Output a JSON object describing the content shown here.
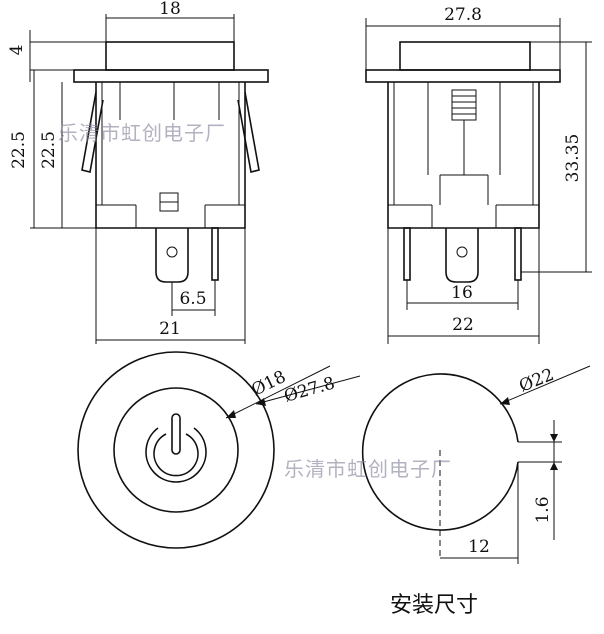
{
  "dimensions": {
    "front_view": {
      "top_width": "18",
      "cap_height": "4",
      "overall_height": "22.5",
      "body_height": "22.5",
      "terminal_pitch": "6.5",
      "body_width": "21"
    },
    "side_view": {
      "top_width": "27.8",
      "overall_height": "33.35",
      "terminal_span": "16",
      "body_width": "22"
    },
    "top_view": {
      "inner_diameter": "Ø18",
      "outer_diameter": "Ø27.8"
    },
    "cutout": {
      "diameter": "Ø22",
      "notch_depth": "1.6",
      "notch_offset": "12"
    }
  },
  "watermark": "乐清市虹创电子厂",
  "caption": "安装尺寸"
}
